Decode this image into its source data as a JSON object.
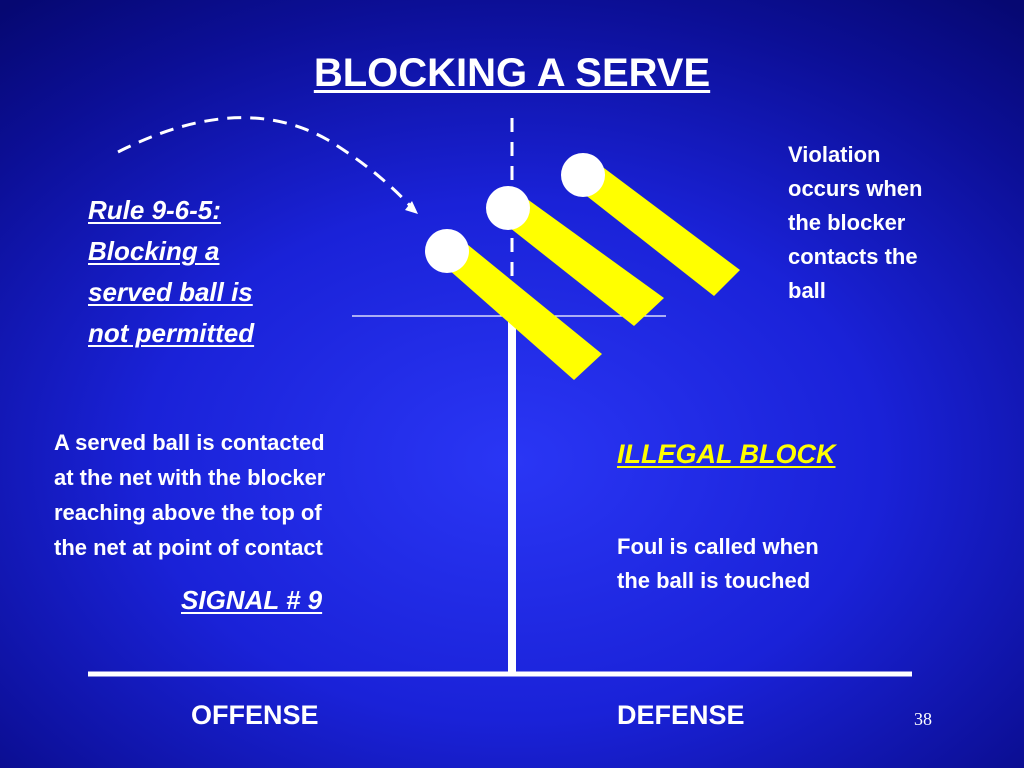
{
  "slide": {
    "title": "BLOCKING A SERVE",
    "rule_lines": [
      "Rule 9-6-5:",
      "Blocking a",
      "served ball is",
      "not permitted"
    ],
    "violation_lines": [
      "Violation",
      "occurs when",
      "the blocker",
      "contacts the",
      "ball"
    ],
    "description_lines": [
      "A served ball is contacted",
      "at the net with the blocker",
      "reaching above the top of",
      "the net at point of contact"
    ],
    "signal": "SIGNAL # 9",
    "illegal_block": "ILLEGAL BLOCK",
    "foul_lines": [
      "Foul is called when",
      "the ball is touched"
    ],
    "offense": "OFFENSE",
    "defense": "DEFENSE",
    "slide_number": "38"
  },
  "colors": {
    "background": "#1a22d8",
    "text": "#ffffff",
    "highlight": "#ffff00",
    "ball": "#ffffff"
  },
  "icons": {
    "ball": "volleyball-icon",
    "trail": "blocker-hand-wedge",
    "arrow": "serve-path-arrow"
  }
}
